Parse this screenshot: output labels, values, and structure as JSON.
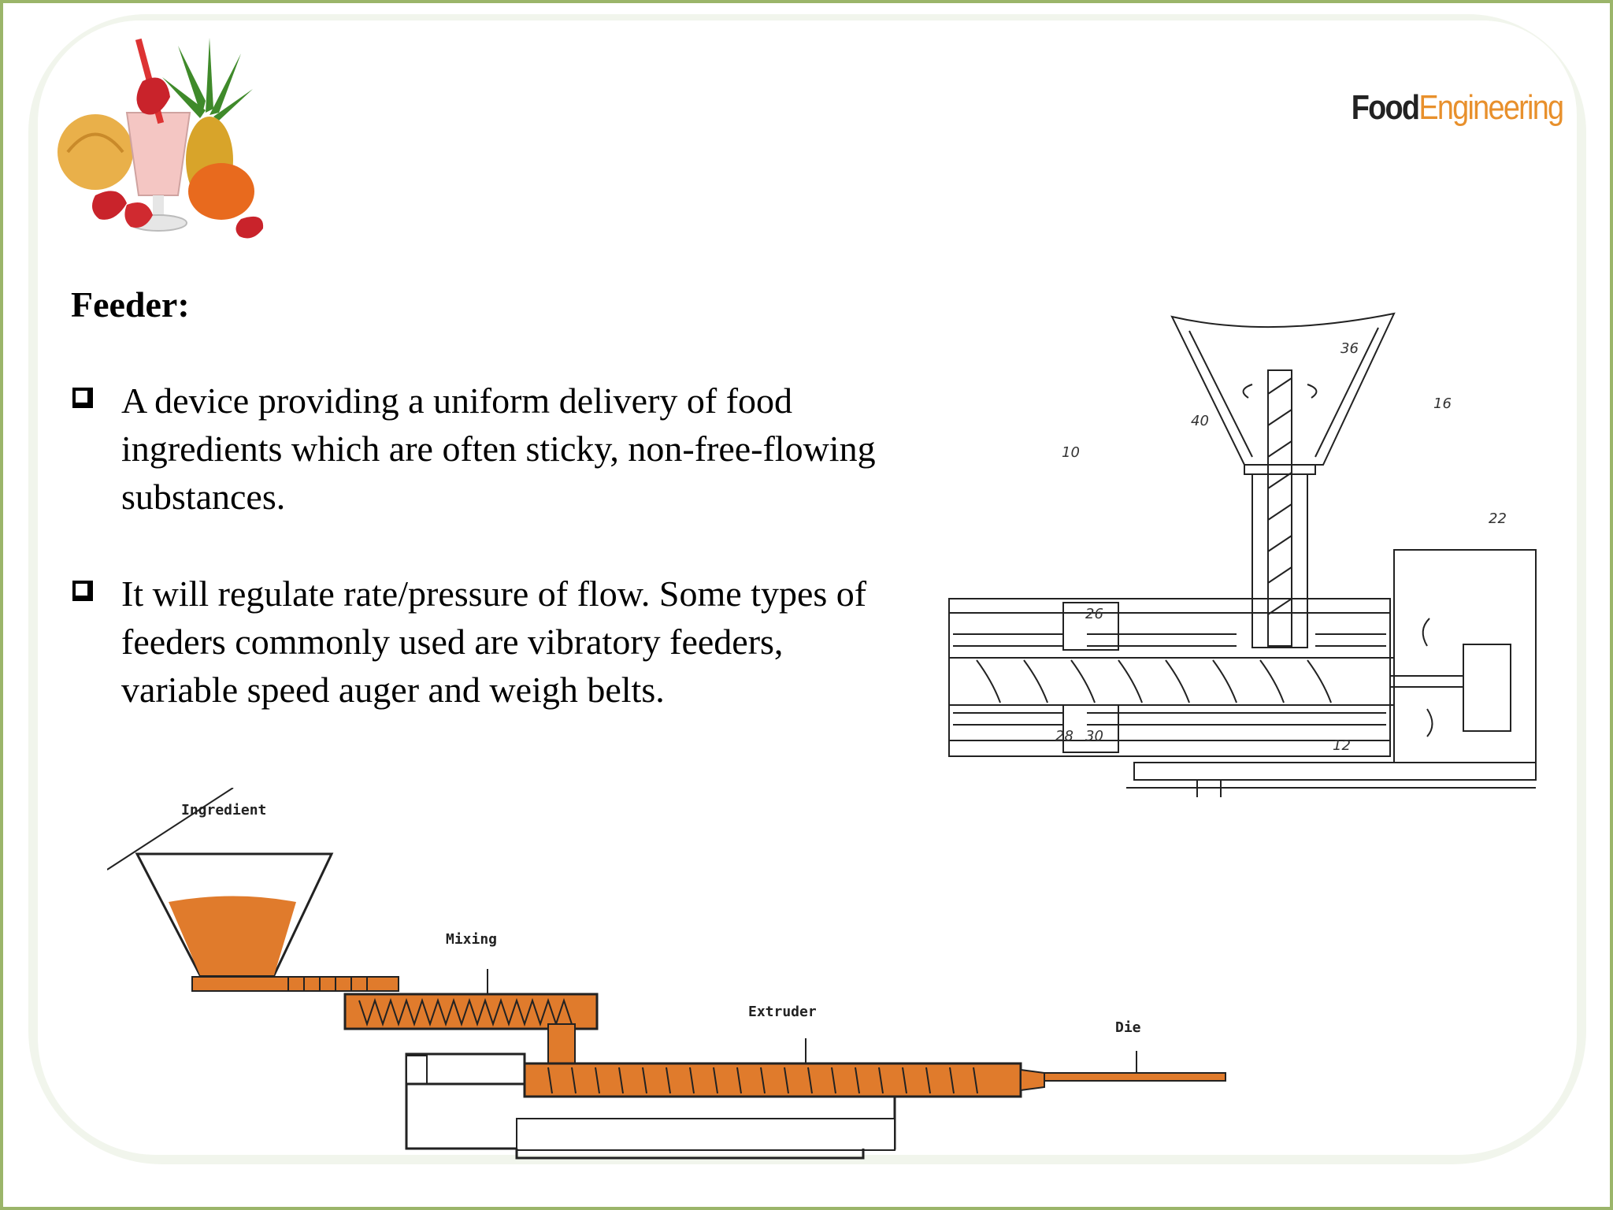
{
  "brand": {
    "part1": "Food",
    "part2": "Engineering"
  },
  "title": "Feeder:",
  "bullets": [
    "A device providing a uniform delivery of food ingredients which are often sticky, non-free-flowing substances.",
    "It will regulate rate/pressure of flow. Some types of feeders commonly used are vibratory feeders, variable speed auger and weigh belts."
  ],
  "extruder_diagram": {
    "labels": {
      "ingredient": "Ingredient",
      "mixing": "Mixing",
      "extruder": "Extruder",
      "die": "Die"
    }
  },
  "patent_diagram": {
    "refs": [
      "36",
      "40",
      "16",
      "10",
      "22",
      "26",
      "28",
      "30",
      "12"
    ]
  },
  "colors": {
    "accent": "#e07b2c",
    "frame": "#9bb56a",
    "brand_orange": "#e8902c"
  },
  "icons": [
    "checkbox-bullet-icon",
    "fruit-smoothie-image"
  ]
}
